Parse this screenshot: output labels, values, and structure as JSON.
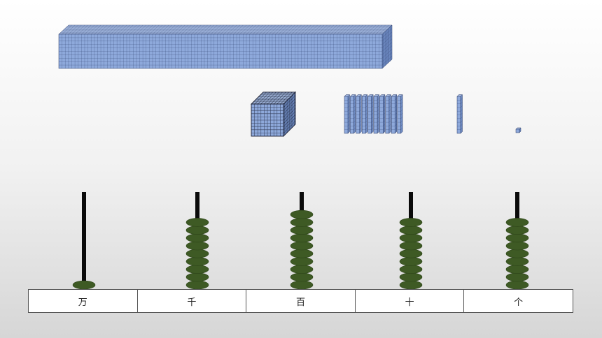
{
  "colors": {
    "block_front": "#8ea9db",
    "block_top": "#a9bfe6",
    "block_side": "#6f8cc4",
    "grid_line": "#2b3a66",
    "cube_dark": "#1a1f33",
    "rod": "#0a0a0a",
    "bead": "#3e5a24",
    "bead_edge": "#2d4419"
  },
  "blocks": [
    {
      "name": "ten-thousand-block",
      "value": 10000
    },
    {
      "name": "thousand-cube",
      "value": 1000
    },
    {
      "name": "hundred-rods",
      "value": 100
    },
    {
      "name": "ten-rod",
      "value": 10
    },
    {
      "name": "unit-cube",
      "value": 1
    }
  ],
  "abacus": [
    {
      "label": "万",
      "beads": 1
    },
    {
      "label": "千",
      "beads": 9
    },
    {
      "label": "百",
      "beads": 10
    },
    {
      "label": "十",
      "beads": 9
    },
    {
      "label": "个",
      "beads": 9
    }
  ]
}
